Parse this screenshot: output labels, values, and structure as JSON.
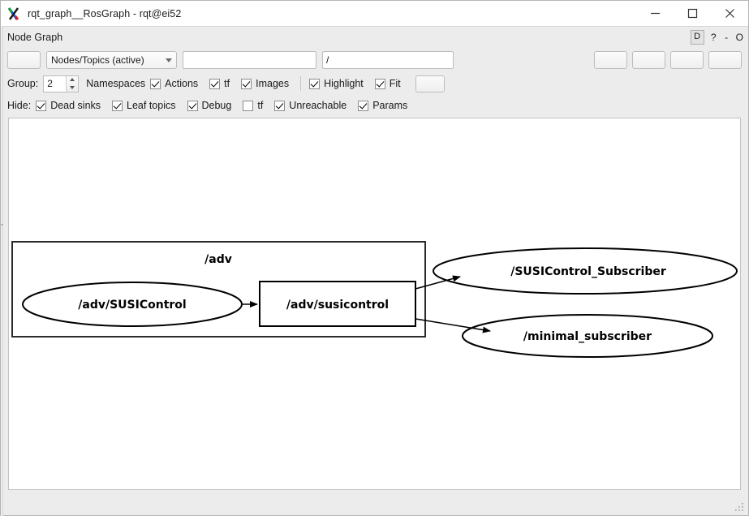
{
  "window": {
    "title": "rqt_graph__RosGraph - rqt@ei52",
    "logo_icon": "x11-logo-icon",
    "controls": {
      "minimize": "minimize-icon",
      "maximize": "maximize-icon",
      "close": "close-icon"
    }
  },
  "dock": {
    "title": "Node Graph",
    "buttons": {
      "d_label": "D",
      "help_label": "?",
      "minimize_label": "-",
      "float_label": "O"
    }
  },
  "toolbar": {
    "refresh_button_label": "",
    "filter_combo": {
      "selected": "Nodes/Topics (active)",
      "caret_icon": "chevron-down-icon"
    },
    "topic_filter_input": {
      "value": "",
      "placeholder": ""
    },
    "namespace_filter_input": {
      "value": "/",
      "placeholder": ""
    },
    "right_buttons": [
      "",
      "",
      "",
      ""
    ],
    "group_label": "Group:",
    "group_value": "2",
    "namespaces_label": "Namespaces",
    "options": [
      {
        "label": "Actions",
        "checked": true
      },
      {
        "label": "tf",
        "checked": true
      },
      {
        "label": "Images",
        "checked": true
      }
    ],
    "highlight": {
      "label": "Highlight",
      "checked": true
    },
    "fit": {
      "label": "Fit",
      "checked": true
    },
    "fit_button_label": "",
    "hide_label": "Hide:",
    "hide_options": [
      {
        "label": "Dead sinks",
        "checked": true
      },
      {
        "label": "Leaf topics",
        "checked": true
      },
      {
        "label": "Debug",
        "checked": true
      },
      {
        "label": "tf",
        "checked": false
      },
      {
        "label": "Unreachable",
        "checked": true
      },
      {
        "label": "Params",
        "checked": true
      }
    ]
  },
  "graph": {
    "cluster_label": "/adv",
    "nodes": {
      "susicontrol_node": "/adv/SUSIControl",
      "susicontrol_topic": "/adv/susicontrol",
      "susicontrol_subscriber": "/SUSIControl_Subscriber",
      "minimal_subscriber": "/minimal_subscriber"
    }
  }
}
